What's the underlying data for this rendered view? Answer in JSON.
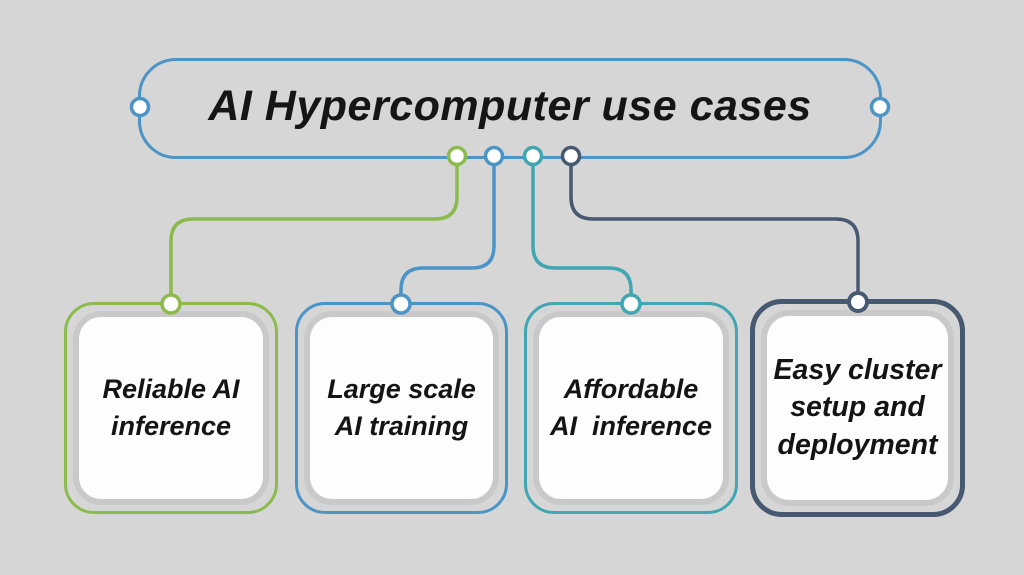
{
  "title_node": {
    "label": "AI Hypercomputer use cases",
    "border_color": "#4b94c6"
  },
  "nodes": [
    {
      "id": "reliable-ai-inference",
      "label": "Reliable AI inference",
      "lines": [
        "Reliable AI",
        "inference"
      ],
      "color": "#8cba4d"
    },
    {
      "id": "large-scale-ai-training",
      "label": "Large scale AI training",
      "lines": [
        "Large scale",
        "AI training"
      ],
      "color": "#4b94c6"
    },
    {
      "id": "affordable-ai-inference",
      "label": "Affordable AI inference",
      "lines": [
        "Affordable",
        "AI  inference"
      ],
      "color": "#41a6b1"
    },
    {
      "id": "easy-cluster-setup",
      "label": "Easy cluster setup and deployment",
      "lines": [
        "Easy cluster",
        "setup and",
        "deployment"
      ],
      "color": "#475871"
    }
  ],
  "colors": {
    "background": "#d6d6d6",
    "blue": "#4b94c6",
    "green": "#8cba4d",
    "teal": "#41a6b1",
    "dark_slate": "#475871",
    "node_fill": "#fdfdfd",
    "node_halo": "#c9c9c9",
    "text": "#141414"
  }
}
